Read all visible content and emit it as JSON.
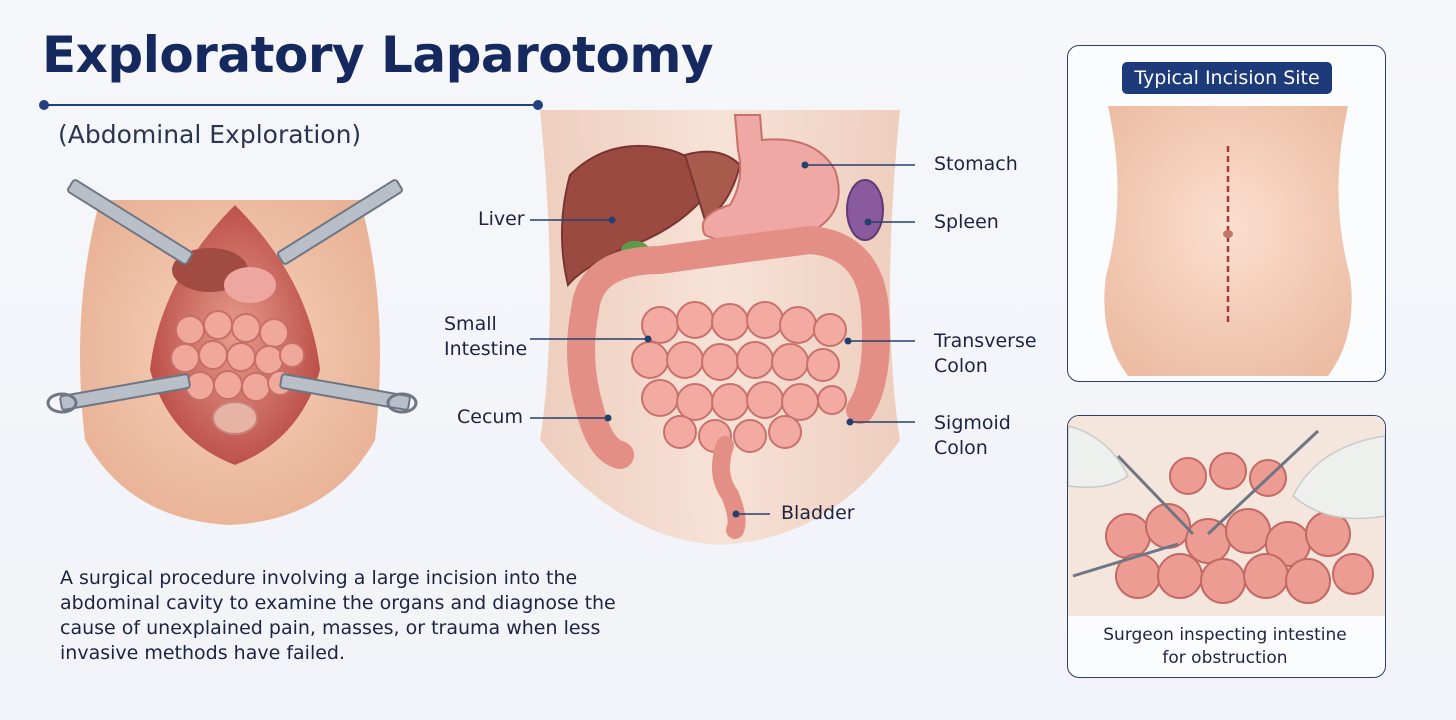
{
  "header": {
    "title": "Exploratory Laparotomy",
    "subtitle": "(Abdominal Exploration)"
  },
  "description": {
    "lines": [
      "A surgical procedure involving a large incision into the",
      "abdominal cavity to examine the organs and diagnose the",
      "cause of unexplained pain, masses, or trauma when less",
      "invasive methods have failed."
    ]
  },
  "anatomy_labels": {
    "liver": "Liver",
    "small_intestine": [
      "Small",
      "Intestine"
    ],
    "cecum": "Cecum",
    "stomach": "Stomach",
    "spleen": "Spleen",
    "transverse_colon": [
      "Transverse",
      "Colon"
    ],
    "sigmoid_colon": [
      "Sigmoid",
      "Colon"
    ],
    "bladder": "Bladder"
  },
  "incision_panel": {
    "badge": "Typical Incision Site"
  },
  "inspection_panel": {
    "caption_lines": [
      "Surgeon inspecting intestine",
      "for obstruction"
    ]
  },
  "colors": {
    "title": "#15295f",
    "accent": "#1d3a7a",
    "skin": "#f2c6ae",
    "liver": "#9a4a40",
    "intestine": "#e9988f",
    "stomach": "#efa8a3",
    "spleen": "#8a5a9e",
    "incision": "#a63a3a"
  }
}
